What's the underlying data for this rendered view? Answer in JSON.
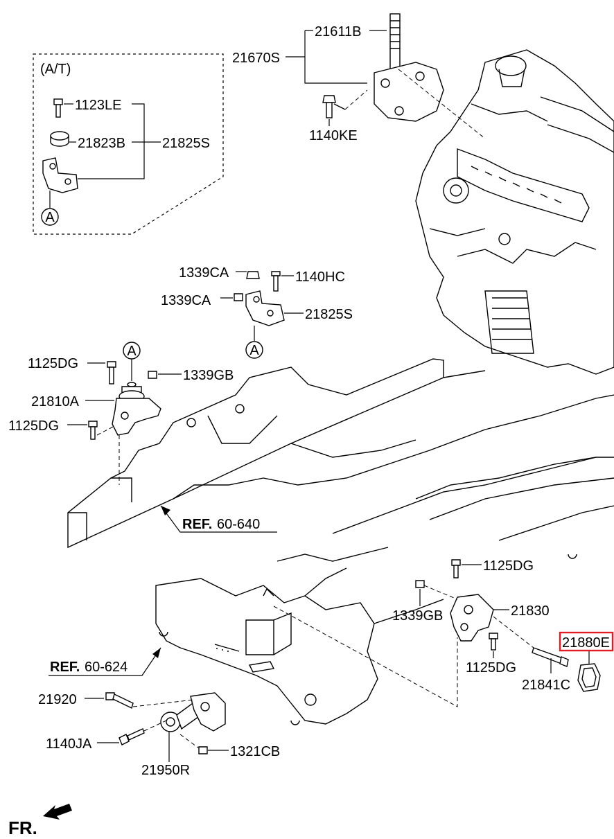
{
  "inset": {
    "title": "(A/T)",
    "parts": {
      "bolt": "1123LE",
      "bushing": "21823B",
      "assembly": "21825S"
    },
    "marker": "A"
  },
  "upper_mount": {
    "stud": "21611B",
    "bracket": "21670S",
    "bolt": "1140KE"
  },
  "center_bracket": {
    "nut_top": "1339CA",
    "bolt": "1140HC",
    "nut_left": "1339CA",
    "assembly": "21825S",
    "marker": "A"
  },
  "left_mount": {
    "marker": "A",
    "bolt_top": "1125DG",
    "nut": "1339GB",
    "insulator": "21810A",
    "bolt_bottom": "1125DG"
  },
  "references": {
    "ref1_prefix": "REF.",
    "ref1_value": "60-640",
    "ref2_prefix": "REF.",
    "ref2_value": "60-624"
  },
  "right_mount": {
    "bolt_top": "1125DG",
    "nut": "1339GB",
    "bracket": "21830",
    "bolt_bottom": "1125DG",
    "through_bolt": "21841C",
    "highlighted": "21880E"
  },
  "rear_mount": {
    "bolt_upper": "21920",
    "bolt_lower": "1140JA",
    "nut": "1321CB",
    "roll_rod": "21950R"
  },
  "direction": {
    "label": "FR."
  },
  "colors": {
    "highlight": "#e31b23",
    "line": "#000000"
  }
}
